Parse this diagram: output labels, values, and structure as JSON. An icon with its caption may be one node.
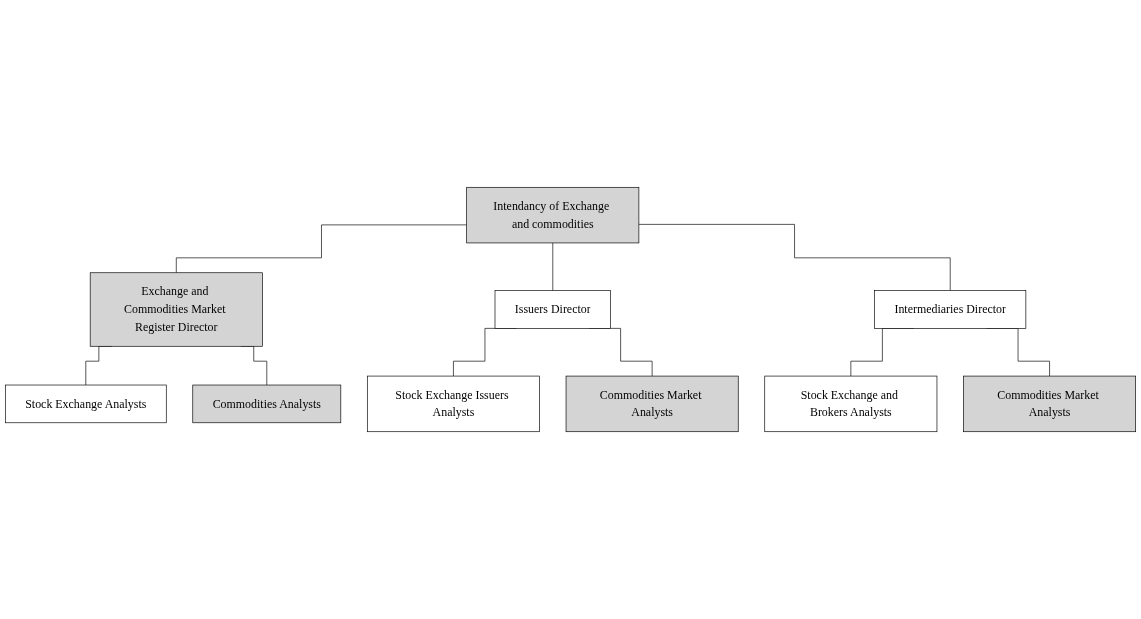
{
  "diagram": {
    "nodes": [
      {
        "text": [
          "Intendancy of Exchange and commodities"
        ]
      },
      {
        "text": [
          "Exchange and Commodities Market Register Director"
        ]
      },
      {
        "text": [
          "Issuers Director"
        ]
      },
      {
        "text": [
          "Intermediaries Director"
        ]
      },
      {
        "text": [
          "Stock Exchange Analysts"
        ]
      },
      {
        "text": [
          "Stock Exchange Issuers Analysts"
        ]
      },
      {
        "text": [
          "Stock Exchange and Brokers Analysts"
        ]
      },
      {
        "text": [
          "Commodities Analysts"
        ]
      },
      {
        "text": [
          "Commodities Market Analysts"
        ]
      },
      {
        "text": [
          "Commodities Market Analysts"
        ]
      }
    ],
    "edges": [
      {
        "from": 0,
        "to": 1,
        "arrow": "none"
      },
      {
        "from": 0,
        "to": 2,
        "arrow": "none"
      },
      {
        "from": 0,
        "to": 3,
        "arrow": "none"
      },
      {
        "from": 1,
        "to": 4,
        "arrow": "none"
      },
      {
        "from": 1,
        "to": 7,
        "arrow": "none"
      },
      {
        "from": 2,
        "to": 5,
        "arrow": "none"
      },
      {
        "from": 2,
        "to": 8,
        "arrow": "none"
      },
      {
        "from": 3,
        "to": 6,
        "arrow": "none"
      },
      {
        "from": 3,
        "to": 9,
        "arrow": "none"
      }
    ]
  }
}
